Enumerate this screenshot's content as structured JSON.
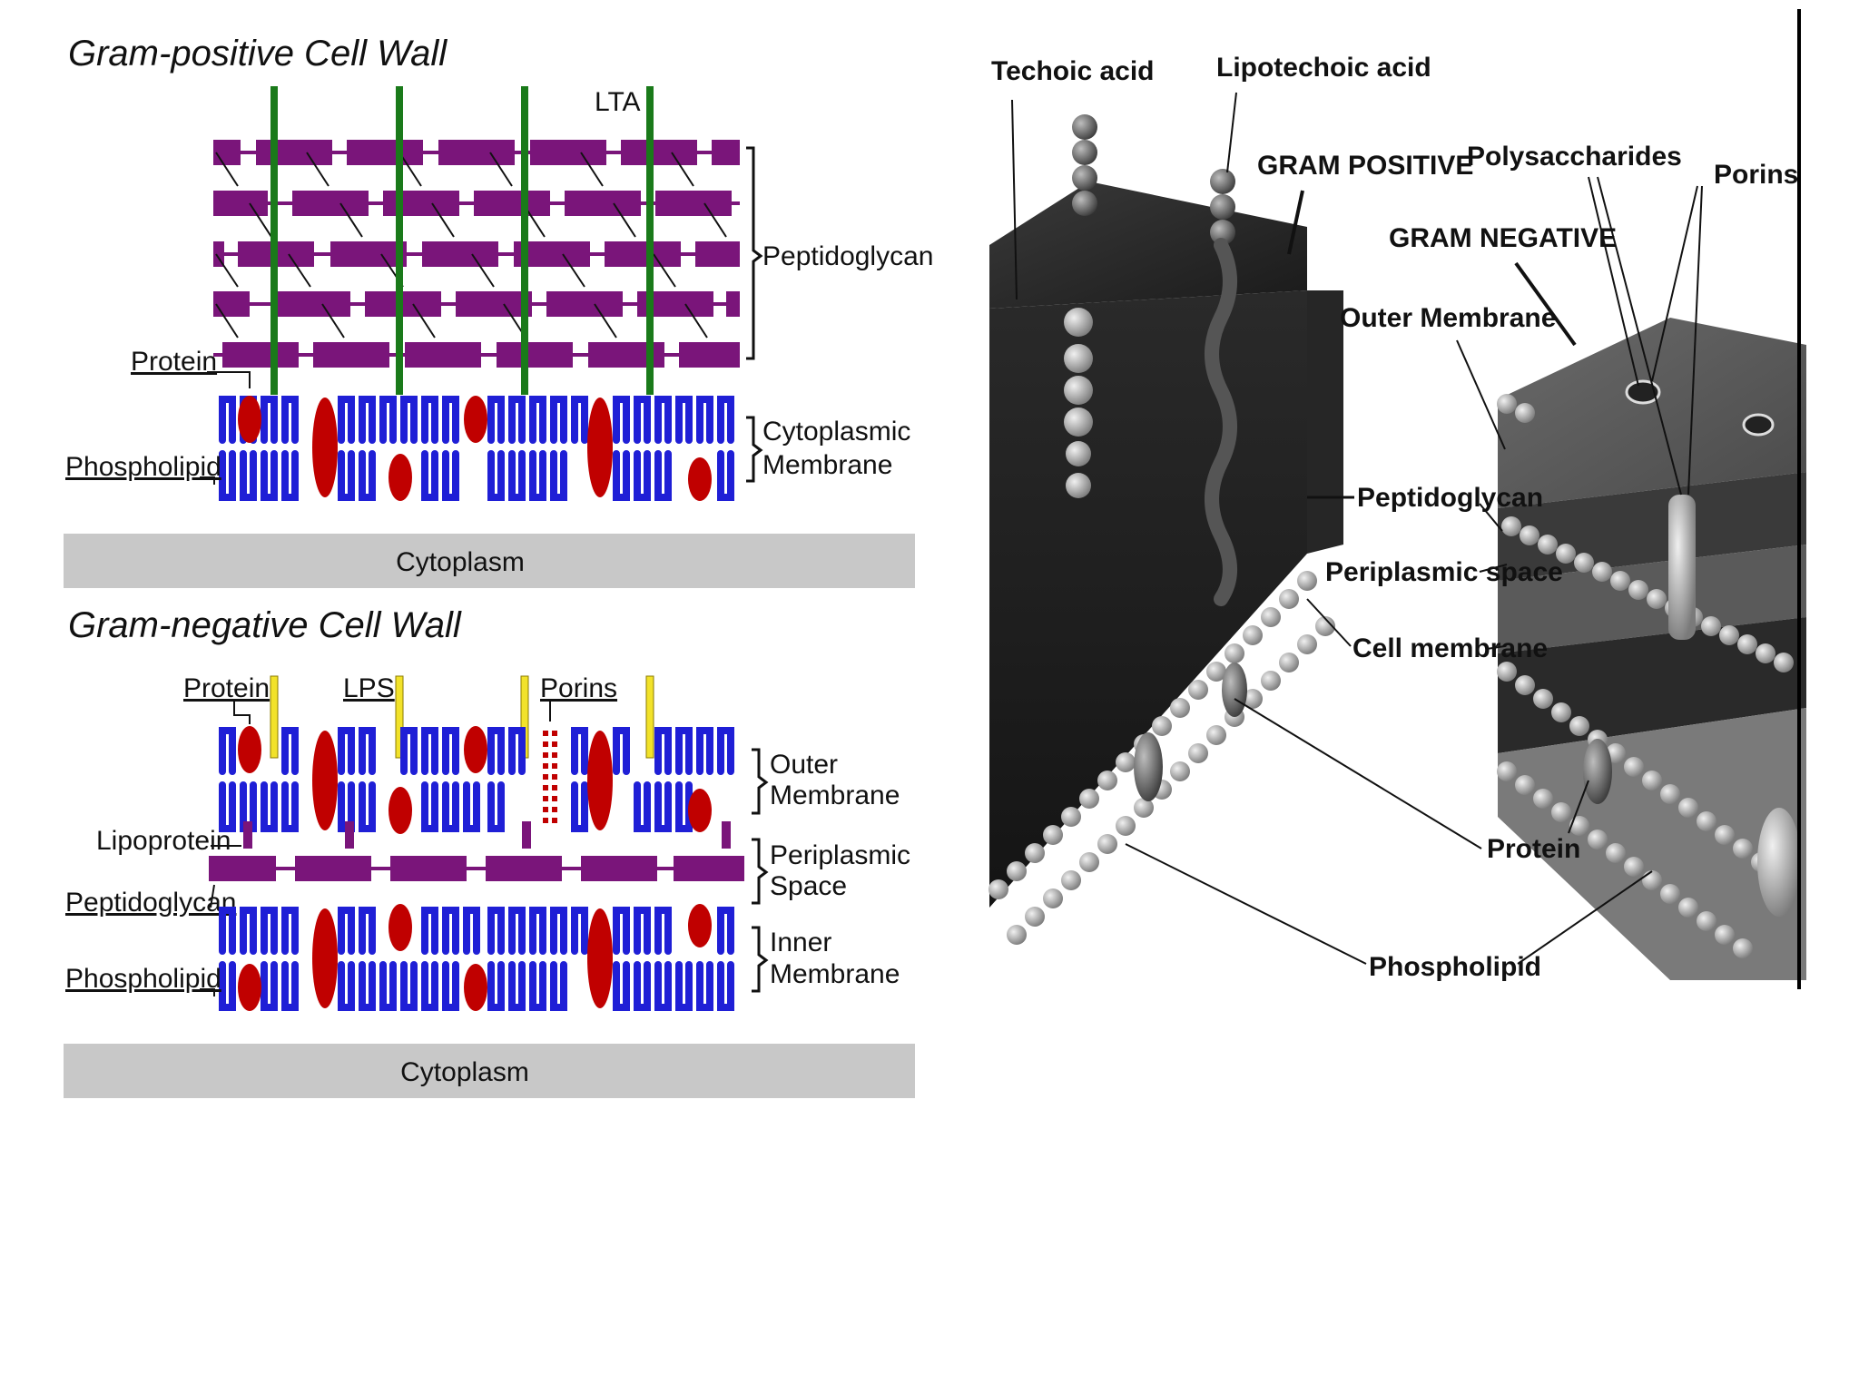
{
  "gram_positive": {
    "title": "Gram-positive Cell Wall",
    "lta": "LTA",
    "peptidoglycan": "Peptidoglycan",
    "protein": "Protein",
    "phospholipid": "Phospholipid",
    "cyto_membrane_1": "Cytoplasmic",
    "cyto_membrane_2": "Membrane",
    "cytoplasm": "Cytoplasm"
  },
  "gram_negative": {
    "title": "Gram-negative Cell Wall",
    "protein": "Protein",
    "lps": "LPS",
    "porins": "Porins",
    "outer_membrane_1": "Outer",
    "outer_membrane_2": "Membrane",
    "lipoprotein": "Lipoprotein",
    "periplasmic_1": "Periplasmic",
    "periplasmic_2": "Space",
    "peptidoglycan": "Peptidoglycan",
    "inner_membrane_1": "Inner",
    "inner_membrane_2": "Membrane",
    "phospholipid": "Phospholipid",
    "cytoplasm": "Cytoplasm"
  },
  "schematic": {
    "techoic_acid": "Techoic acid",
    "lipotechoic_acid": "Lipotechoic acid",
    "gram_positive": "GRAM POSITIVE",
    "polysaccharides": "Polysaccharides",
    "porins": "Porins",
    "gram_negative": "GRAM NEGATIVE",
    "outer_membrane": "Outer Membrane",
    "peptidoglycan": "Peptidoglycan",
    "periplasmic_space": "Periplasmic space",
    "cell_membrane": "Cell membrane",
    "protein": "Protein",
    "phospholipid": "Phospholipid"
  },
  "colors": {
    "phospholipid": "#1f1fd6",
    "protein": "#c00000",
    "peptidoglycan": "#7a157a",
    "lta": "#1a7a1a",
    "lps": "#f2e22a",
    "cytoplasm": "#c8c8c8"
  }
}
